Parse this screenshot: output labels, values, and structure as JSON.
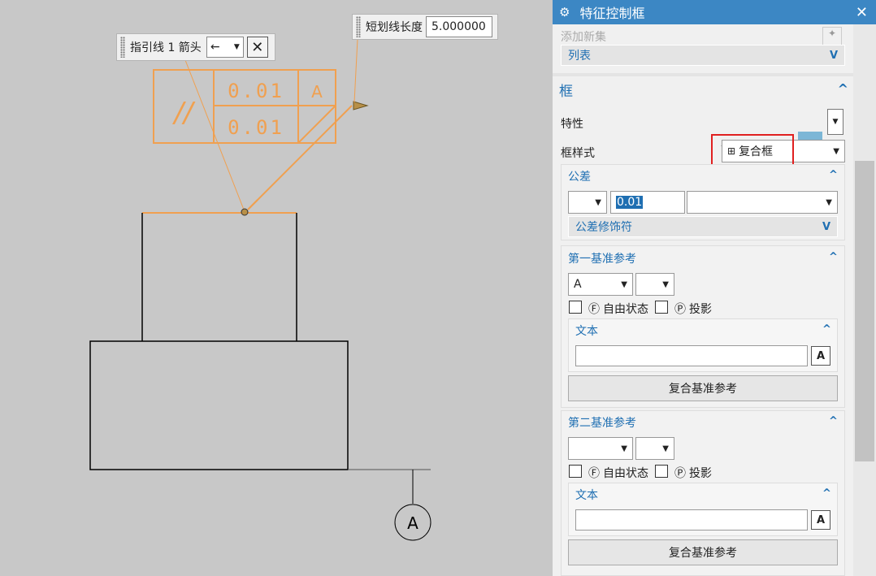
{
  "canvas": {
    "leader_popup": {
      "label": "指引线 1 箭头",
      "arrow_value": "←",
      "close_glyph": "✕"
    },
    "dash_popup": {
      "label": "短划线长度",
      "value": "5.000000"
    },
    "fcf": {
      "symbol": "//",
      "tol_1": "0.01",
      "datum_1": "A",
      "tol_2": "0.01"
    },
    "datum_symbol": "A",
    "colors": {
      "annotation": "#f0a050",
      "geometry": "#000000"
    }
  },
  "panel": {
    "title": "特征控制框",
    "add_new_set": "添加新集",
    "list_label": "列表",
    "section_frame": "框",
    "characteristic_label": "特性",
    "frame_style_label": "框样式",
    "frame_style_value": "复合框",
    "tolerance": {
      "title": "公差",
      "value": "0.01",
      "modifiers_label": "公差修饰符"
    },
    "datum1": {
      "title": "第一基准参考",
      "letter": "A",
      "free_state": "自由状态",
      "free_state_mark": "Ⓕ",
      "projected": "投影",
      "projected_mark": "Ⓟ",
      "text_title": "文本",
      "compound_button": "复合基准参考"
    },
    "datum2": {
      "title": "第二基准参考",
      "letter": "",
      "free_state": "自由状态",
      "free_state_mark": "Ⓕ",
      "projected": "投影",
      "projected_mark": "Ⓟ",
      "text_title": "文本",
      "compound_button": "复合基准参考"
    },
    "colors": {
      "titlebar": "#3c87c4",
      "accent": "#1f6fb2",
      "highlight_box": "#e02020",
      "active_symbol": "#7cb6d6"
    }
  }
}
